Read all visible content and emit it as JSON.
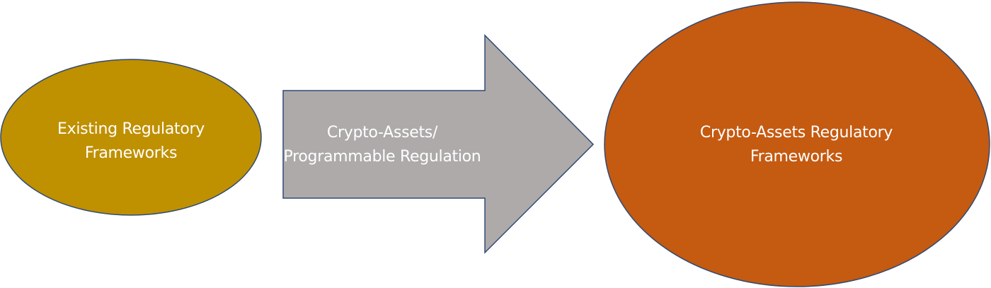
{
  "diagram": {
    "nodes": [
      {
        "id": "existing",
        "lines": [
          "Existing Regulatory",
          "Frameworks"
        ],
        "fill": "#BF9000",
        "stroke": "#2F4A72"
      },
      {
        "id": "transition",
        "lines": [
          "Crypto-Assets/",
          "Programmable Regulation"
        ],
        "fill": "#AEAAAA",
        "stroke": "#2F4A72"
      },
      {
        "id": "crypto",
        "lines": [
          "Crypto-Assets Regulatory",
          "Frameworks"
        ],
        "fill": "#C55A11",
        "stroke": "#2F4A72"
      }
    ],
    "colors": {
      "label_text": "#FFFFFF"
    }
  }
}
